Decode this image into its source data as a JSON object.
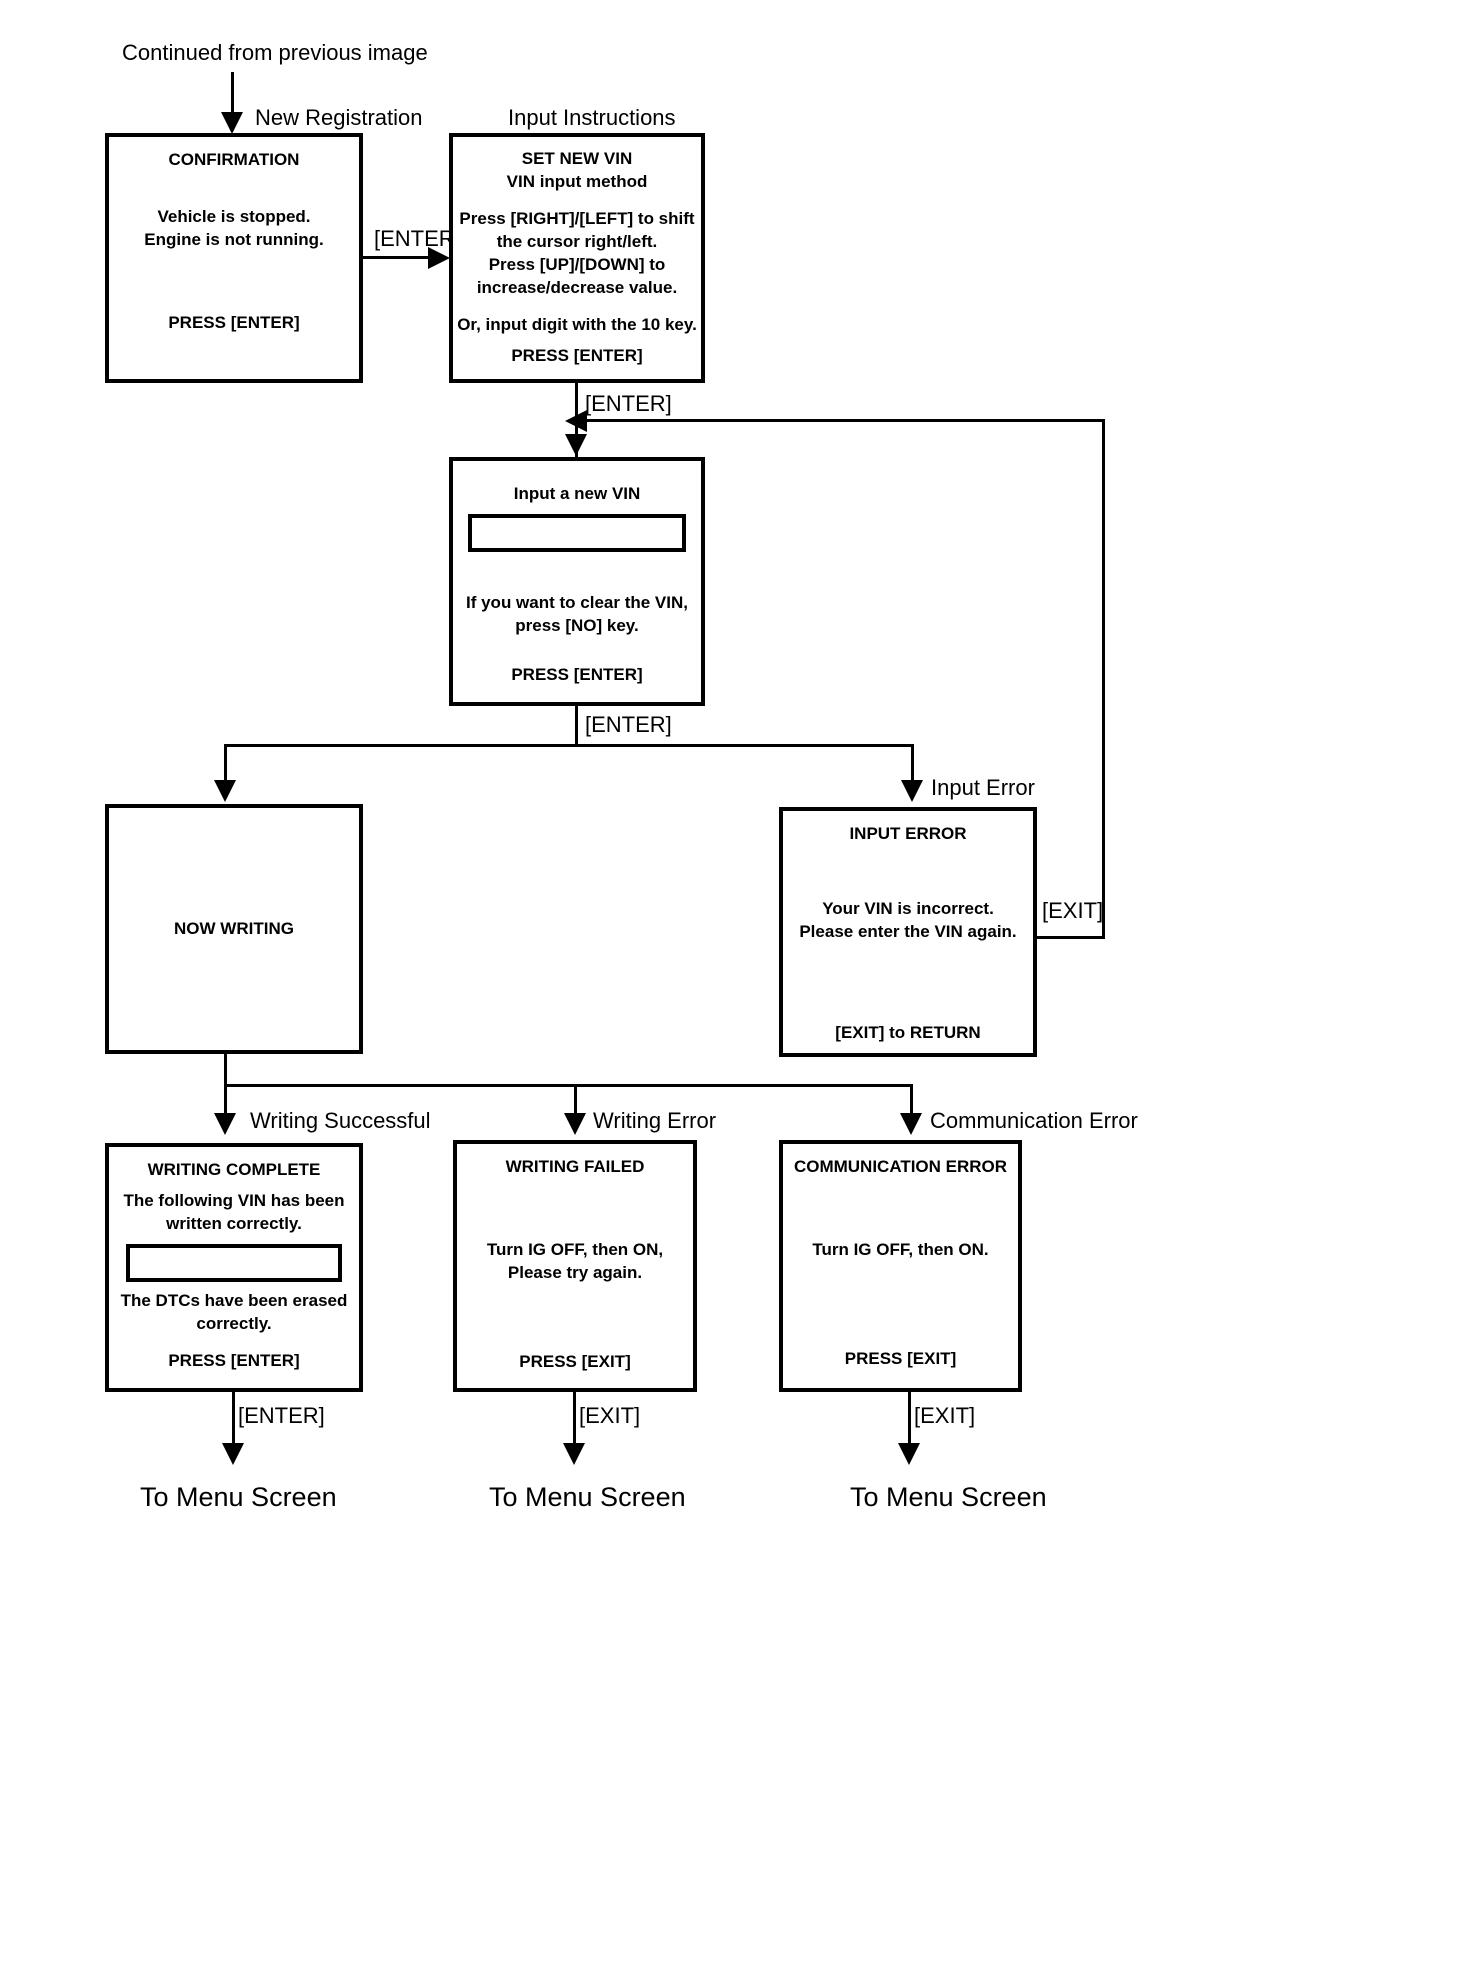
{
  "diagram": {
    "title_note": "Continued from previous image",
    "terminal_labels": {
      "menu_1": "To Menu Screen",
      "menu_2": "To Menu Screen",
      "menu_3": "To Menu Screen"
    },
    "branch_labels": {
      "new_registration": "New Registration",
      "input_instructions": "Input Instructions",
      "input_error": "Input Error",
      "writing_successful": "Writing Successful",
      "writing_error": "Writing Error",
      "communication_error": "Communication Error"
    },
    "edge_labels": {
      "enter_1": "[ENTER]",
      "enter_2": "[ENTER]",
      "enter_3": "[ENTER]",
      "exit_return": "[EXIT]",
      "enter_complete": "[ENTER]",
      "exit_failed": "[EXIT]",
      "exit_comm": "[EXIT]"
    },
    "screens": {
      "confirmation": {
        "title": "CONFIRMATION",
        "line1": "Vehicle is stopped.",
        "line2": "Engine is not running.",
        "footer": "PRESS [ENTER]"
      },
      "set_new_vin": {
        "title": "SET NEW VIN",
        "subtitle": "VIN input method",
        "line1": "Press [RIGHT]/[LEFT] to shift",
        "line2": "the cursor right/left.",
        "line3": "Press [UP]/[DOWN] to",
        "line4": "increase/decrease value.",
        "line5": "Or, input digit with the 10 key.",
        "footer": "PRESS [ENTER]"
      },
      "input_new_vin": {
        "title": "Input a new VIN",
        "field_value": "",
        "line1": "If you want to clear the VIN,",
        "line2": "press [NO] key.",
        "footer": "PRESS [ENTER]"
      },
      "now_writing": {
        "title": "NOW WRITING"
      },
      "input_error": {
        "title": "INPUT ERROR",
        "line1": "Your VIN is incorrect.",
        "line2": "Please enter the VIN again.",
        "footer": "[EXIT] to RETURN"
      },
      "writing_complete": {
        "title": "WRITING COMPLETE",
        "line1": "The following VIN has been",
        "line2": "written correctly.",
        "field_value": "",
        "line3": "The DTCs have been erased",
        "line4": "correctly.",
        "footer": "PRESS [ENTER]"
      },
      "writing_failed": {
        "title": "WRITING FAILED",
        "line1": "Turn IG OFF, then ON,",
        "line2": "Please try again.",
        "footer": "PRESS [EXIT]"
      },
      "communication_error": {
        "title": "COMMUNICATION ERROR",
        "line1": "Turn IG OFF, then ON.",
        "footer": "PRESS [EXIT]"
      }
    }
  }
}
